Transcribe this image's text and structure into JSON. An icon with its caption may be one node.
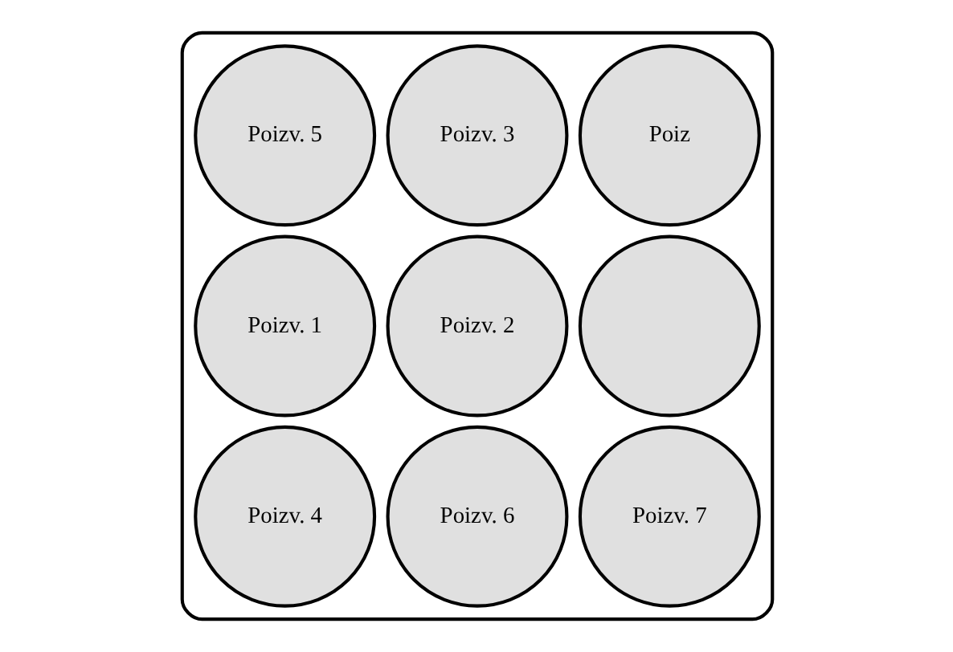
{
  "diagram": {
    "nodes": [
      {
        "text": [],
        "shape": "cloud"
      },
      {
        "text": [
          "Poizv. 5"
        ],
        "in": 0
      },
      {
        "text": [
          "Poizv. 1"
        ],
        "in": 0
      },
      {
        "text": [
          "Poizv. 4"
        ],
        "in": 0
      },
      {
        "text": [
          "Poizv. 3"
        ],
        "in": 0
      },
      {
        "text": [
          "Poizv. 2"
        ],
        "in": 0
      },
      {
        "text": [
          "Poizv. 6"
        ],
        "in": 0
      },
      {
        "text": [
          "Poiz"
        ],
        "in": 0
      },
      {
        "text": [],
        "shape": "circle",
        "in": 0
      },
      {
        "text": [
          "Poizv. 7"
        ],
        "in": 0
      }
    ]
  }
}
